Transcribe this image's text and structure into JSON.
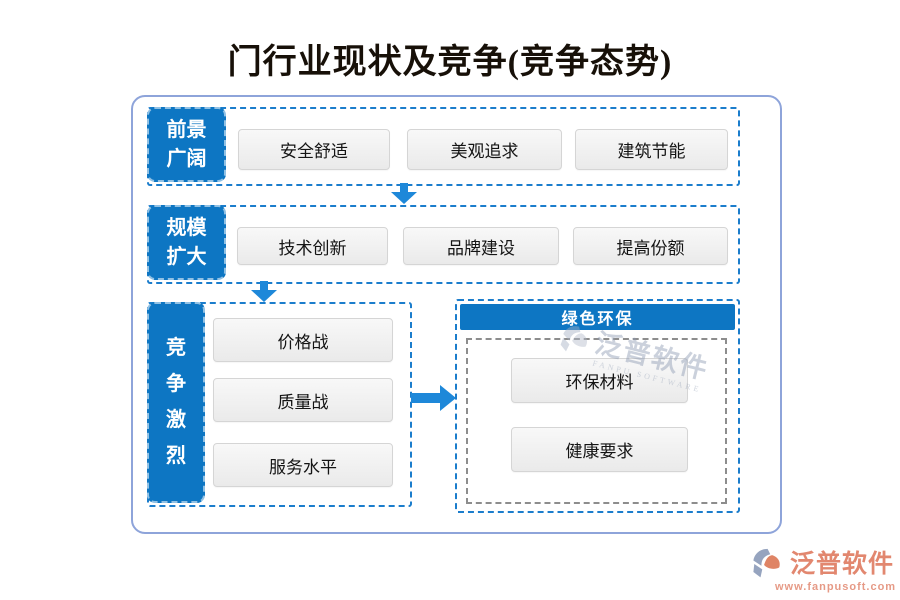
{
  "title": "门行业现状及竞争(竞争态势)",
  "colors": {
    "primary_blue": "#0d76c3",
    "dashed_blue": "#1b7dcc",
    "arrow_blue": "#1e88d9",
    "inner_dash_gray": "#8d8d8d",
    "outer_border_blue": "#8ea4da",
    "logo_salmon": "#e2876f"
  },
  "icons": {
    "down_arrow": "down-arrow-icon",
    "right_arrow": "right-arrow-icon",
    "logo_mark": "fanpu-logo-icon",
    "watermark_mark": "fanpu-watermark-icon"
  },
  "rows": [
    {
      "label": "前景广阔",
      "label_lines": [
        "前景",
        "广阔"
      ],
      "items": [
        "安全舒适",
        "美观追求",
        "建筑节能"
      ]
    },
    {
      "label": "规模扩大",
      "label_lines": [
        "规模",
        "扩大"
      ],
      "items": [
        "技术创新",
        "品牌建设",
        "提高份额"
      ]
    },
    {
      "label": "竞争激烈",
      "label_chars": [
        "竞",
        "争",
        "激",
        "烈"
      ],
      "items": [
        "价格战",
        "质量战",
        "服务水平"
      ]
    }
  ],
  "green_panel": {
    "header": "绿色环保",
    "items": [
      "环保材料",
      "健康要求"
    ]
  },
  "watermark": {
    "text": "泛普软件",
    "subtext": "FANPU SOFTWARE"
  },
  "logo": {
    "name": "泛普软件",
    "url": "www.fanpusoft.com"
  }
}
